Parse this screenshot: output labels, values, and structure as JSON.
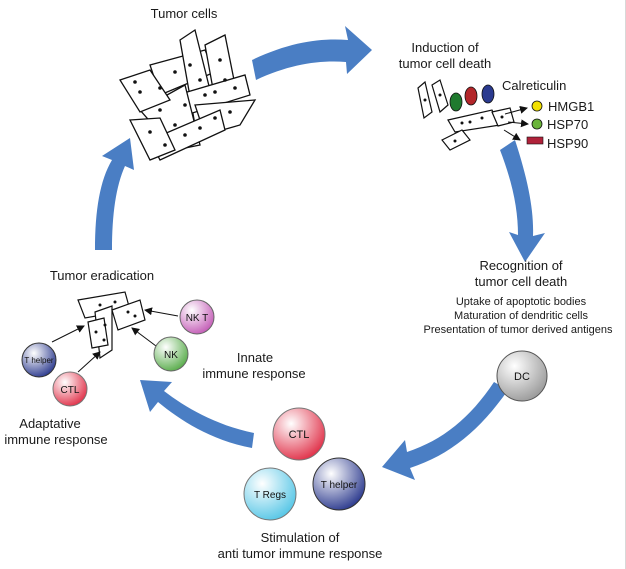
{
  "labels": {
    "tumor_cells": "Tumor cells",
    "induction": [
      "Induction of",
      "tumor cell death"
    ],
    "calreticulin": "Calreticulin",
    "hmgb1": "HMGB1",
    "hsp70": "HSP70",
    "hsp90": "HSP90",
    "recognition": [
      "Recognition of",
      "tumor cell death"
    ],
    "recognition_steps": [
      "Uptake of apoptotic bodies",
      "Maturation of dendritic cells",
      "Presentation of tumor derived antigens"
    ],
    "stimulation": [
      "Stimulation of",
      "anti tumor immune response"
    ],
    "eradication": "Tumor eradication",
    "innate": [
      "Innate",
      "immune response"
    ],
    "adaptative": [
      "Adaptative",
      "immune response"
    ]
  },
  "cells": {
    "dc": "DC",
    "ctl": "CTL",
    "t_helper": "T helper",
    "t_regs": "T Regs",
    "nk": "NK",
    "nkt": "NK T"
  },
  "colors": {
    "arrow": "#4a7ec4",
    "calreticulin_green": "#1f7a2e",
    "calreticulin_red": "#b3262a",
    "calreticulin_blue": "#2a3a8f",
    "hmgb1": "#f2e000",
    "hsp70": "#6ab43a",
    "hsp90": "#b0223a",
    "dc": "#9a9a9a",
    "ctl": "#e03048",
    "t_helper": "#2c3a8e",
    "t_regs": "#56c6e6",
    "nk": "#58ac4a",
    "nkt": "#c35cb6"
  }
}
